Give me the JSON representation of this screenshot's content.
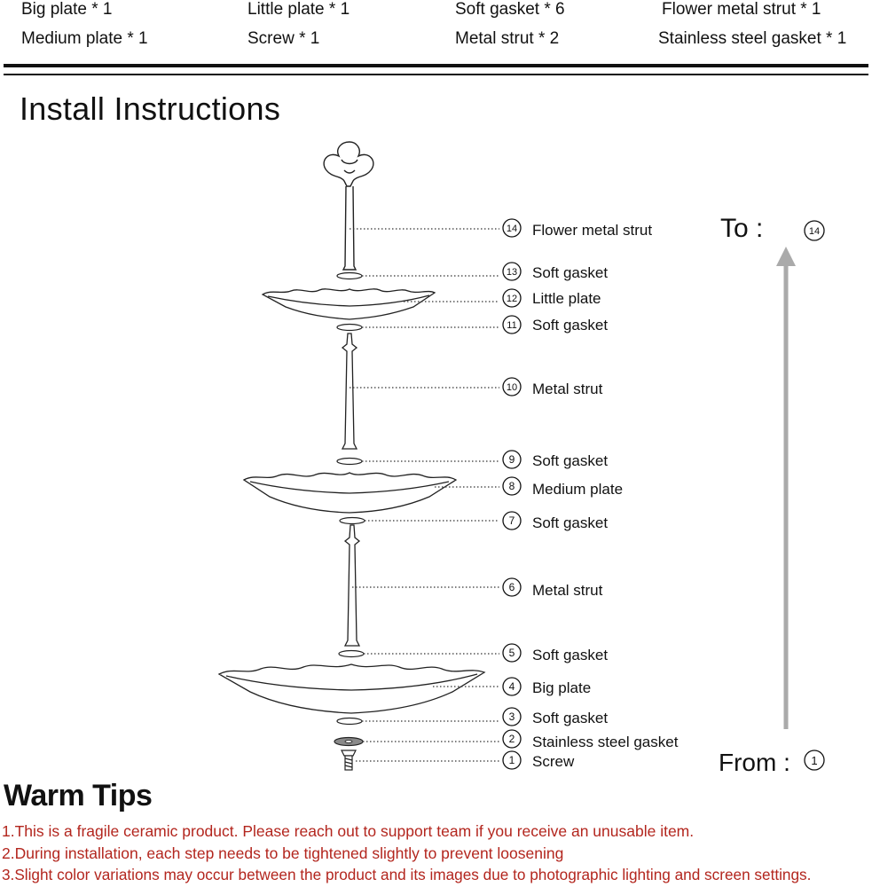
{
  "parts_list": {
    "items": [
      {
        "label": "Big plate * 1"
      },
      {
        "label": "Little plate * 1"
      },
      {
        "label": "Soft gasket * 6"
      },
      {
        "label": "Flower metal strut * 1"
      },
      {
        "label": "Medium plate *  1"
      },
      {
        "label": "Screw * 1"
      },
      {
        "label": "Metal strut * 2"
      },
      {
        "label": "Stainless steel gasket * 1"
      }
    ]
  },
  "install": {
    "title": "Install Instructions",
    "steps": [
      {
        "num": "14",
        "label": "Flower metal strut"
      },
      {
        "num": "13",
        "label": "Soft gasket"
      },
      {
        "num": "12",
        "label": "Little plate"
      },
      {
        "num": "11",
        "label": "Soft gasket"
      },
      {
        "num": "10",
        "label": "Metal strut"
      },
      {
        "num": "9",
        "label": "Soft gasket"
      },
      {
        "num": "8",
        "label": "Medium plate"
      },
      {
        "num": "7",
        "label": "Soft gasket"
      },
      {
        "num": "6",
        "label": "Metal strut"
      },
      {
        "num": "5",
        "label": "Soft gasket"
      },
      {
        "num": "4",
        "label": "Big plate"
      },
      {
        "num": "3",
        "label": "Soft gasket"
      },
      {
        "num": "2",
        "label": "Stainless steel gasket"
      },
      {
        "num": "1",
        "label": "Screw"
      }
    ],
    "to_label": "To :",
    "to_num": "14",
    "from_label": "From :",
    "from_num": "1"
  },
  "warm_tips": {
    "title": "Warm Tips",
    "items": [
      "1.This is a fragile ceramic product. Please reach out to support team if you receive an unusable item.",
      "2.During installation, each step needs to be tightened slightly to prevent loosening",
      "3.Slight color variations may occur between the product and its images due to photographic lighting and screen settings."
    ],
    "tip_color": "#b3261e"
  }
}
